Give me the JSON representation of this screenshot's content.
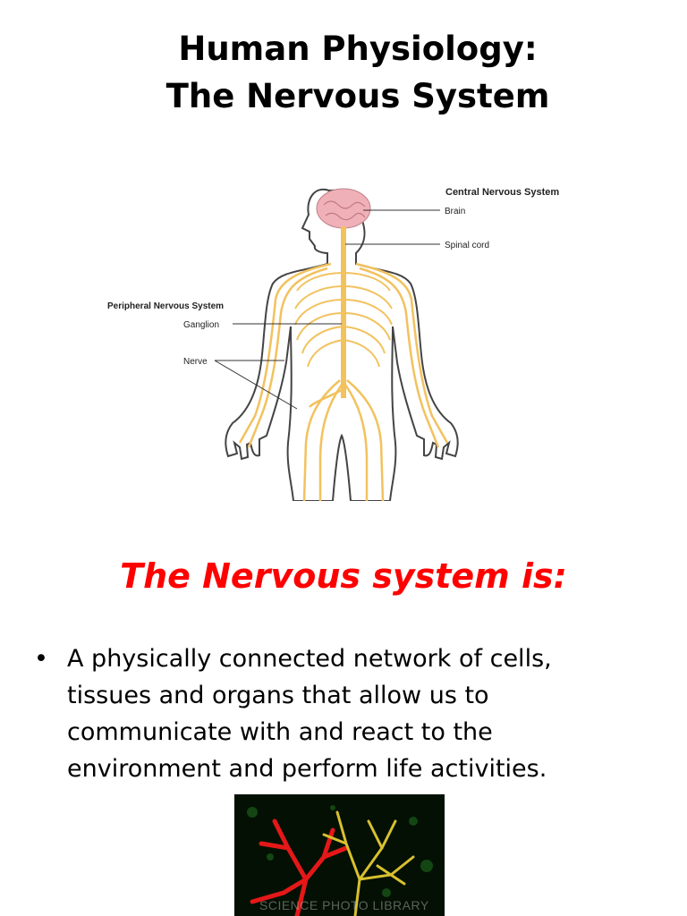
{
  "title": {
    "line1": "Human Physiology:",
    "line2": "The Nervous System"
  },
  "diagram": {
    "labels": {
      "cns": "Central Nervous System",
      "brain": "Brain",
      "spinal_cord": "Spinal cord",
      "pns": "Peripheral Nervous System",
      "ganglion": "Ganglion",
      "nerve": "Nerve"
    },
    "colors": {
      "nerve": "#f2c25f",
      "brain": "#f0b0b8",
      "outline": "#444444"
    }
  },
  "heading": "The Nervous system is:",
  "bullet": {
    "marker": "•",
    "text": "A physically connected network of cells,\ntissues and organs      that allow us to\ncommunicate with and react to the\nenvironment and perform life activities."
  },
  "micrograph": {
    "watermark": "SCIENCE PHOTO LIBRARY",
    "colors": {
      "red": "#e41818",
      "yellow": "#d8c030",
      "green": "#2a8a2a"
    }
  }
}
